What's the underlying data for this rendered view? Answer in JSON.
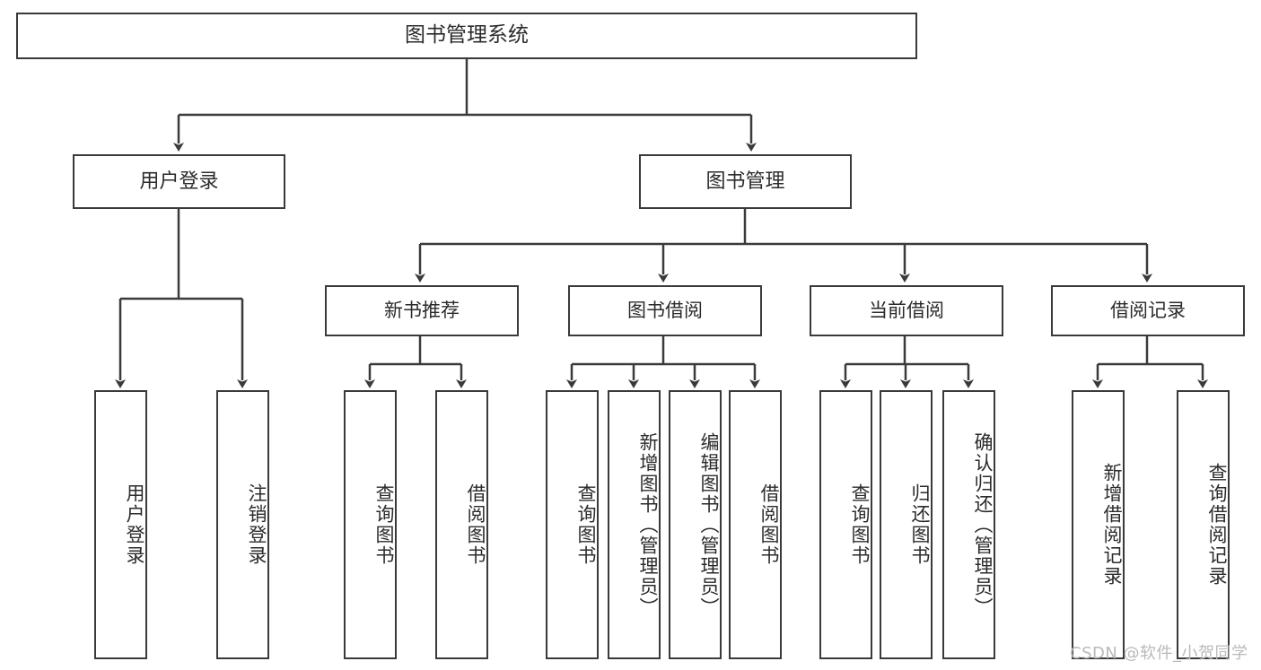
{
  "diagram": {
    "title": "图书管理系统",
    "type": "tree-hierarchy-diagram",
    "colors": {
      "stroke": "#3a3a3c",
      "fill": "#ffffff",
      "text": "#2b2b2b",
      "watermark": "#b9b9bd"
    },
    "root": {
      "label": "图书管理系统"
    },
    "level2": [
      {
        "label": "用户登录"
      },
      {
        "label": "图书管理"
      }
    ],
    "level3": [
      {
        "label": "新书推荐"
      },
      {
        "label": "图书借阅"
      },
      {
        "label": "当前借阅"
      },
      {
        "label": "借阅记录"
      }
    ],
    "leaves": {
      "user_login": [
        {
          "label": "用户登录"
        },
        {
          "label": "注销登录"
        }
      ],
      "new_book_recommend": [
        {
          "label": "查询图书"
        },
        {
          "label": "借阅图书"
        }
      ],
      "book_borrow": [
        {
          "label": "查询图书"
        },
        {
          "label": "新增图书（管理员）"
        },
        {
          "label": "编辑图书（管理员）"
        },
        {
          "label": "借阅图书"
        }
      ],
      "current_borrow": [
        {
          "label": "查询图书"
        },
        {
          "label": "归还图书"
        },
        {
          "label": "确认归还（管理员）"
        }
      ],
      "borrow_record": [
        {
          "label": "新增借阅记录"
        },
        {
          "label": "查询借阅记录"
        }
      ]
    }
  },
  "watermark": {
    "text": "CSDN @软件_小贺同学"
  }
}
